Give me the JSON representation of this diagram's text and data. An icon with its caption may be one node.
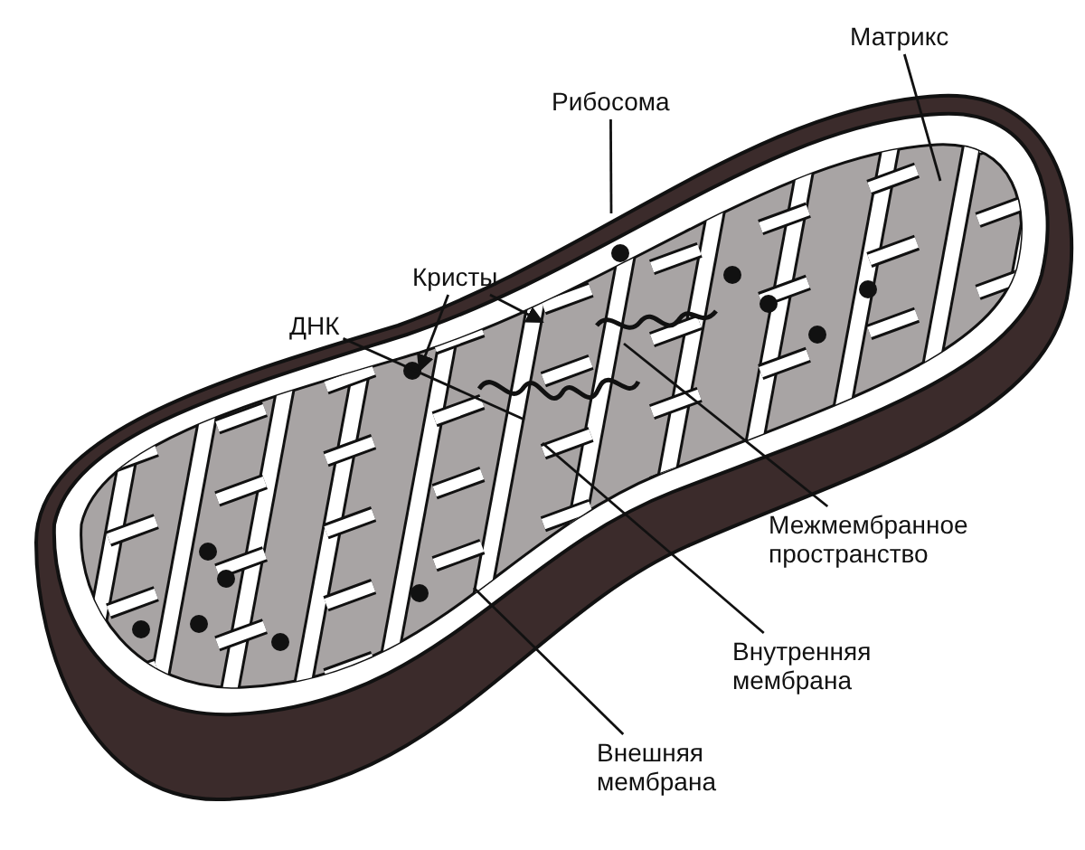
{
  "diagram": {
    "nodes": [
      {
        "text": [
          "Матрикс"
        ]
      },
      {
        "text": [
          "Рибосома"
        ]
      },
      {
        "text": [
          "Кристы"
        ]
      },
      {
        "text": [
          "ДНК"
        ]
      },
      {
        "text": [
          "Межмембранное пространство"
        ]
      },
      {
        "text": [
          "Внутренняя мембрана"
        ]
      },
      {
        "text": [
          "Внешняя мембрана"
        ]
      }
    ],
    "edges": [
      {
        "from": 0,
        "to": null,
        "arrow": "none"
      },
      {
        "from": 1,
        "to": null,
        "arrow": "none"
      },
      {
        "from": 2,
        "to": null,
        "arrow": "to"
      },
      {
        "from": 2,
        "to": null,
        "arrow": "to"
      },
      {
        "from": 3,
        "to": null,
        "arrow": "none"
      },
      {
        "from": 4,
        "to": null,
        "arrow": "none"
      },
      {
        "from": 5,
        "to": null,
        "arrow": "none"
      },
      {
        "from": 6,
        "to": null,
        "arrow": "none"
      }
    ]
  }
}
